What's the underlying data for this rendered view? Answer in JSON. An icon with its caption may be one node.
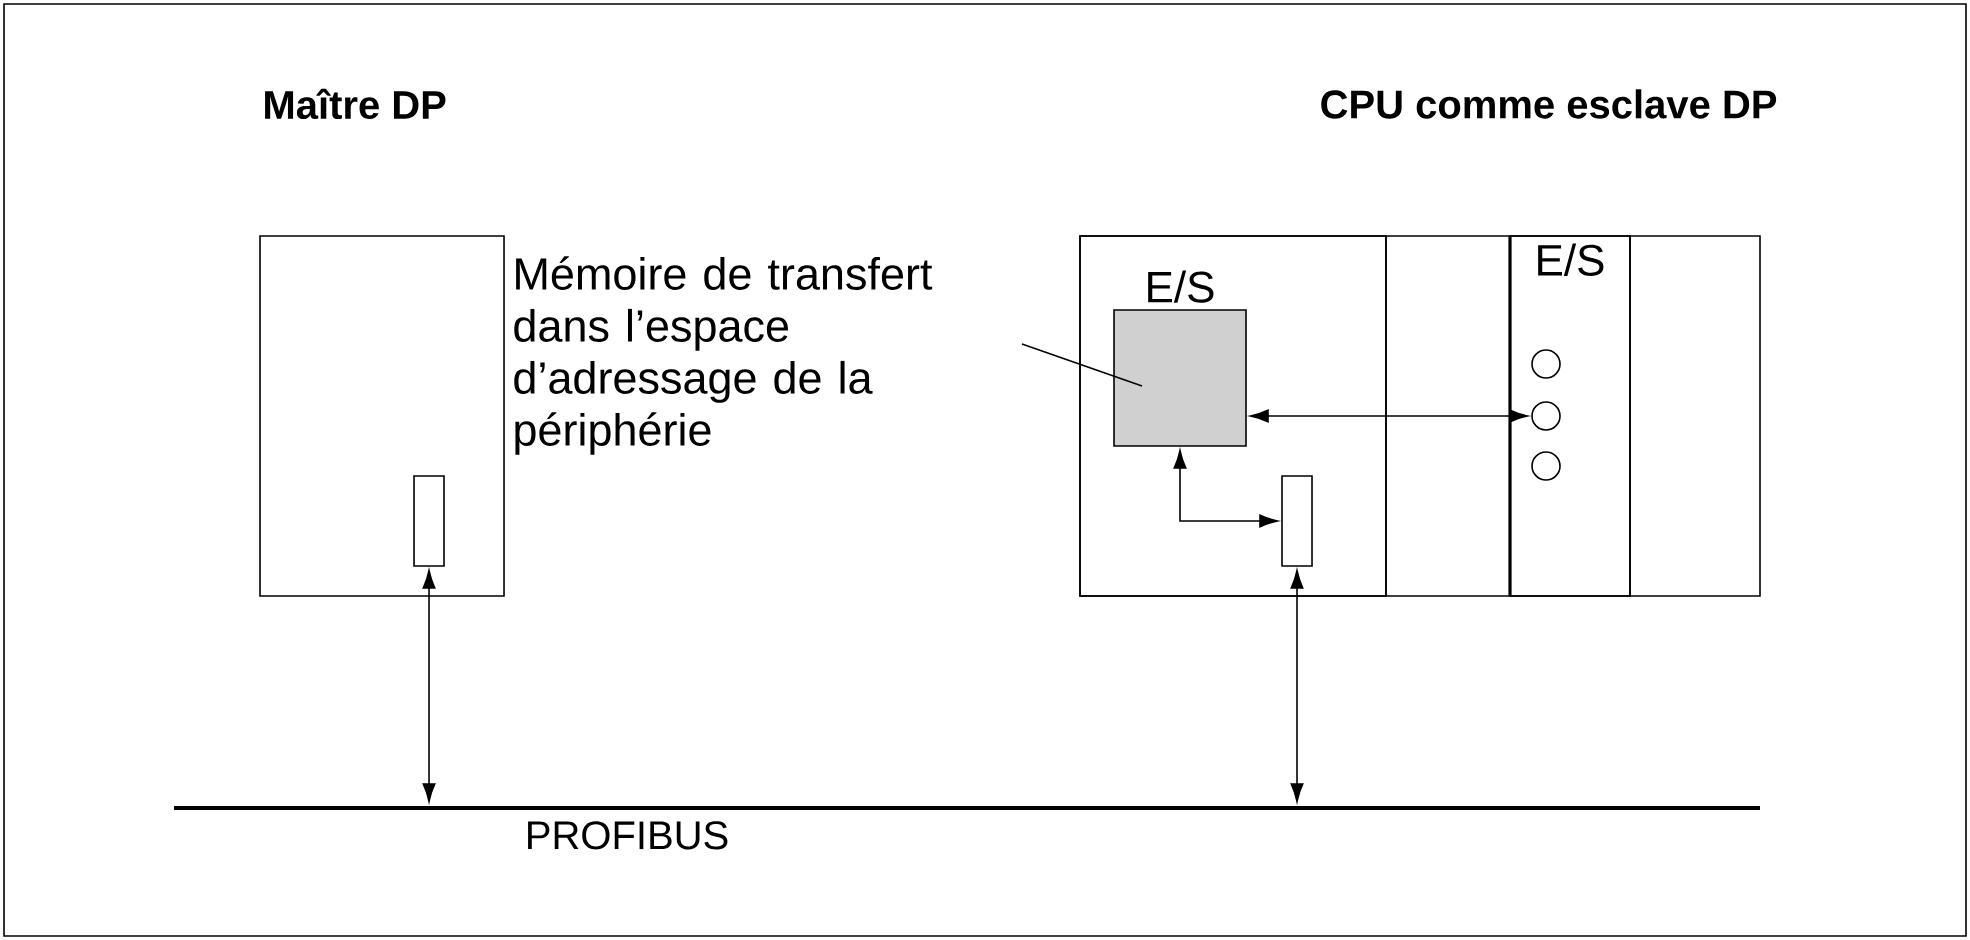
{
  "diagram": {
    "nodes": [
      {
        "text": [],
        "shape": "box"
      },
      {
        "text": [],
        "shape": "box",
        "in": 0
      },
      {
        "text": [],
        "shape": "box"
      },
      {
        "text": [],
        "shape": "box",
        "in": 2
      },
      {
        "text": [
          "E/S"
        ],
        "in": 2
      },
      {
        "text": [],
        "shape": "box",
        "in": 3,
        "beside": [
          "E/S"
        ]
      },
      {
        "text": [],
        "shape": "box",
        "in": 3
      },
      {
        "text": [
          "Mémoire de transfert dans l’espace d’adressage de la périphérie"
        ]
      },
      {
        "text": [],
        "shape": "bar",
        "beside": [
          "PROFIBUS"
        ]
      },
      {
        "text": [],
        "shape": "circle",
        "in": 4
      },
      {
        "text": [],
        "shape": "circle",
        "in": 4
      },
      {
        "text": [],
        "shape": "circle",
        "in": 4
      }
    ],
    "edges": [
      {
        "from": 1,
        "to": 8,
        "arrow": "both"
      },
      {
        "from": 6,
        "to": 8,
        "arrow": "both"
      },
      {
        "from": 5,
        "to": 10,
        "arrow": "both"
      },
      {
        "from": 5,
        "to": 6,
        "arrow": "both"
      },
      {
        "from": 7,
        "to": 5,
        "arrow": "none"
      }
    ],
    "labels": [
      "Maître DP",
      "CPU comme esclave DP"
    ]
  }
}
